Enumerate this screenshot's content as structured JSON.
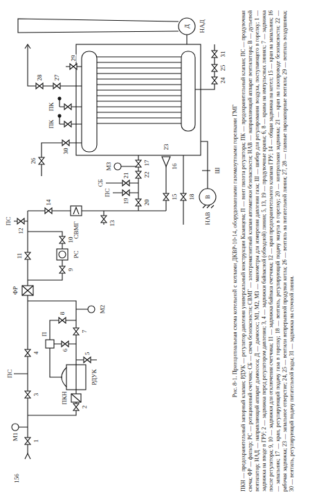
{
  "diagram": {
    "title": "Рис. 8-1. Принципиальная схема котельной с котлами ДКВР-10-14, оборудованными газомазутными горелками ГМГ",
    "caption": "ПКН — предохранительный запорный клапан; РДУК — регулятор давления универсальный конструкции Казанцева; П — винт пилота регулятора; ПК — предохранительный клапан; ПС — продувочная свеча; ФР — фильтр; РС — ротационный счетчик; СБ — свеча безопасности; СВМГ — электромагнитный клапан автоматики безопасности; НАВ — направляющий аппарат вентилятора; В — дутьевой вентилятор; НАД — направляющий аппарат дымососа; Д — дымосос; М1, М2, МЗ — манометры для измерения давления газа; Ш — шибер для регулирования воздуха, поступающего в горелку; 1 — задвижка на вводе в ГРУ; 2 — задвижка перед регулятором давления; 3, 4 — задвижки байпасной (обводной) линии; 5, 13, 19 — продувочные краны; 6, 8 — краны на импульсных линиях; 7 — задвижка после регулятора; 9, 10 — задвижки для отключения счетчика; 11 — задвижка байпаса счетчика; 12 — кран предохранительного клапана ГРУ; 14 — общая задвижка на котел; 15 — кран на запальник; 16 — запальник; 17 — кран, регулирующий подачу газа в горелку; 18 — вентиль, регулирующий подачу мазута в горелку; 20 — контрольная задвижка; 21 — кран на газопроводе безопасности; 22 — рабочая задвижка; 23 — запальное отверстие; 24, 25 — вентили непрерывной продувки котла; 26 — вентиль на питательной линии; 27, 28 — главные парозапорные вентили; 29 — вентиль воздушника; 30 — вентиль, регулирующий подачу питательной воды; 31 — задвижка на сточной линии.",
    "labels": [
      "156",
      "1",
      "М1",
      "3",
      "ПС",
      "4",
      "2",
      "ПКН",
      "РДУК",
      "5",
      "П",
      "6",
      "8",
      "7",
      "М2",
      "ФР",
      "11",
      "9",
      "РС",
      "10",
      "12",
      "ПС",
      "14",
      "СВМГ",
      "13",
      "ПС",
      "19",
      "СБ",
      "21",
      "МЗ",
      "20",
      "22",
      "17",
      "15",
      "16",
      "23",
      "18",
      "НАВ",
      "В",
      "Ш",
      "ПК",
      "ПК",
      "30",
      "26",
      "27",
      "28",
      "29",
      "24",
      "25",
      "31",
      "Д",
      "НАД"
    ]
  }
}
